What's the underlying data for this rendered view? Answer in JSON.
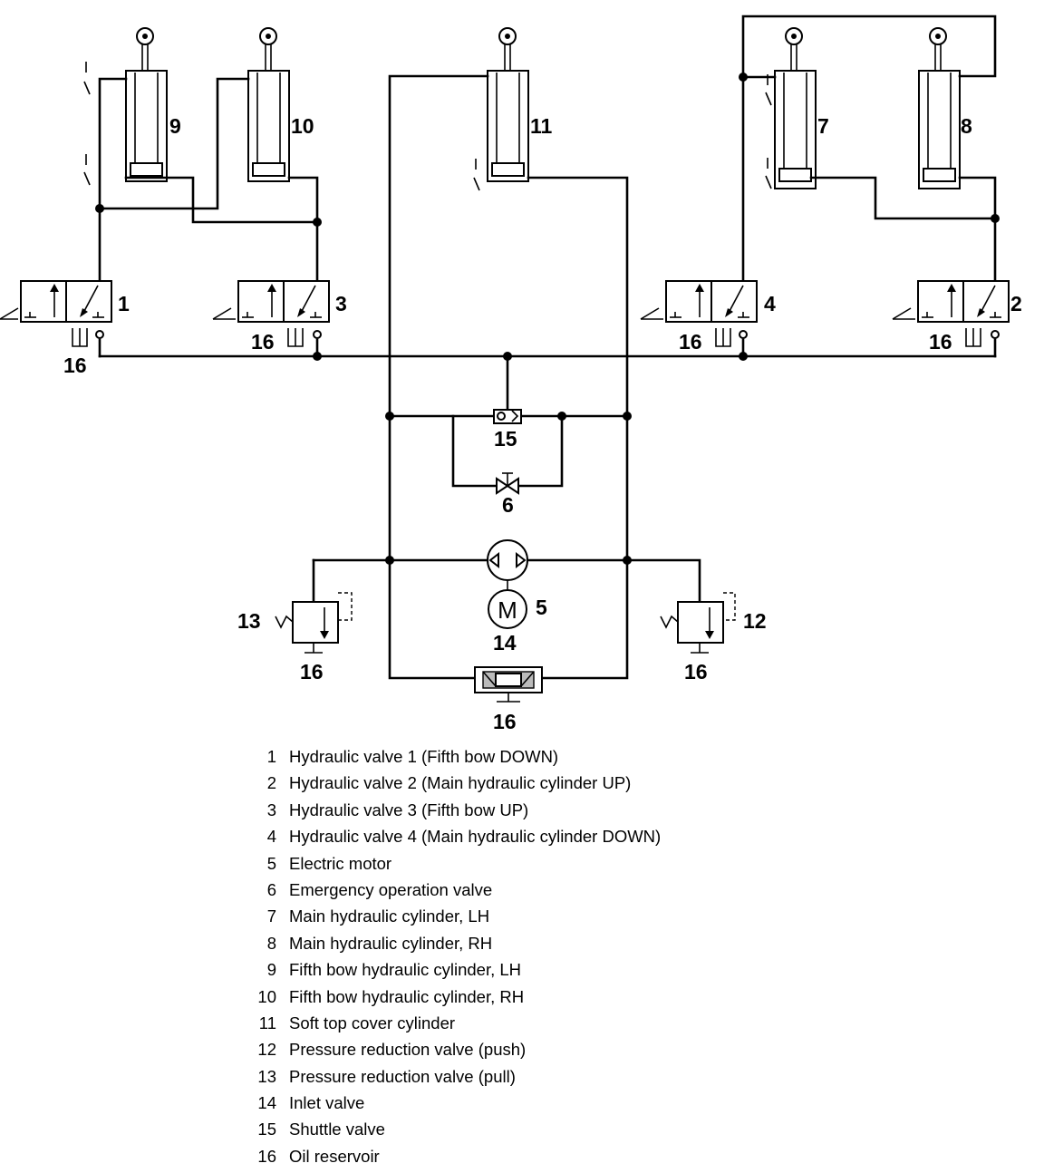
{
  "labels": {
    "v1": "1",
    "v2": "2",
    "v3": "3",
    "v4": "4",
    "motor": "5",
    "emergency_valve": "6",
    "cyl_main_lh": "7",
    "cyl_main_rh": "8",
    "cyl_fifth_lh": "9",
    "cyl_fifth_rh": "10",
    "cyl_cover": "11",
    "prv_push": "12",
    "prv_pull": "13",
    "inlet_valve": "14",
    "shuttle_valve": "15",
    "reservoir": "16",
    "motor_symbol": "M"
  },
  "legend": [
    {
      "number": "1",
      "text": "Hydraulic valve 1 (Fifth bow DOWN)"
    },
    {
      "number": "2",
      "text": "Hydraulic valve 2 (Main hydraulic cylinder UP)"
    },
    {
      "number": "3",
      "text": "Hydraulic valve 3 (Fifth bow UP)"
    },
    {
      "number": "4",
      "text": "Hydraulic valve 4 (Main hydraulic cylinder DOWN)"
    },
    {
      "number": "5",
      "text": "Electric motor"
    },
    {
      "number": "6",
      "text": "Emergency operation valve"
    },
    {
      "number": "7",
      "text": "Main hydraulic cylinder, LH"
    },
    {
      "number": "8",
      "text": "Main hydraulic cylinder, RH"
    },
    {
      "number": "9",
      "text": "Fifth bow hydraulic cylinder, LH"
    },
    {
      "number": "10",
      "text": "Fifth bow hydraulic cylinder, RH"
    },
    {
      "number": "11",
      "text": "Soft top cover cylinder"
    },
    {
      "number": "12",
      "text": "Pressure reduction valve (push)"
    },
    {
      "number": "13",
      "text": "Pressure reduction valve (pull)"
    },
    {
      "number": "14",
      "text": "Inlet valve"
    },
    {
      "number": "15",
      "text": "Shuttle valve"
    },
    {
      "number": "16",
      "text": "Oil reservoir"
    }
  ]
}
